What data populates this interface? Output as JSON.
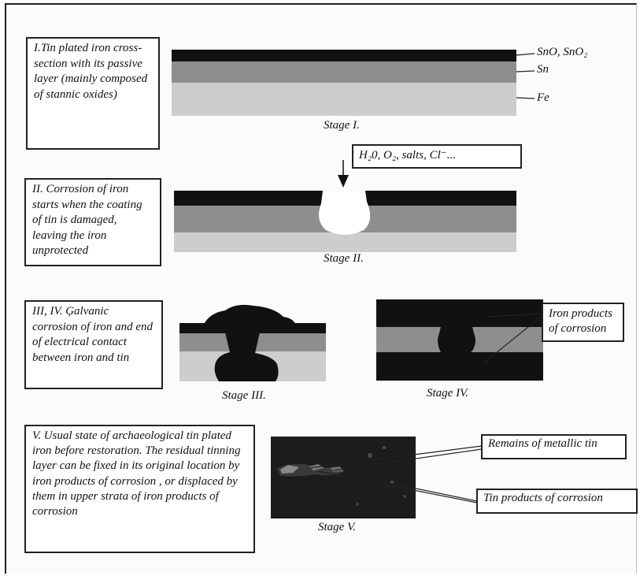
{
  "colors": {
    "passive_layer": "#111111",
    "tin_layer": "#8e8e8e",
    "iron_layer": "#cdcdcd",
    "corrosion": "#111111",
    "pit": "#ffffff"
  },
  "stage1": {
    "description": "I.Tin plated iron cross-section with its passive layer (mainly composed of stannic oxides)",
    "label_passive": "SnO, SnO₂",
    "label_tin": "Sn",
    "label_iron": "Fe",
    "caption": "Stage I."
  },
  "stage2": {
    "agents": "H₂0, O₂, salts, Cl⁻...",
    "description": "II. Corrosion of iron starts when the coating of tin is damaged, leaving the iron  unprotected",
    "caption": "Stage II."
  },
  "stage3_4": {
    "description": "III, IV. Ģalvanic corrosion of iron and end of electrical contact between iron and tin",
    "caption_3": "Stage III.",
    "caption_4": "Stage IV.",
    "iron_products_label": "Iron products of corrosion"
  },
  "stage5": {
    "description": "V. Usual state  of archaeological tin plated iron before restoration. The residual tinning layer can be fixed in its original location by iron products of corrosion , or displaced by them in upper strata of iron products of corrosion",
    "caption": "Stage V.",
    "metallic_tin_label": "Remains of metallic tin",
    "tin_products_label": "Tin products of corrosion"
  }
}
